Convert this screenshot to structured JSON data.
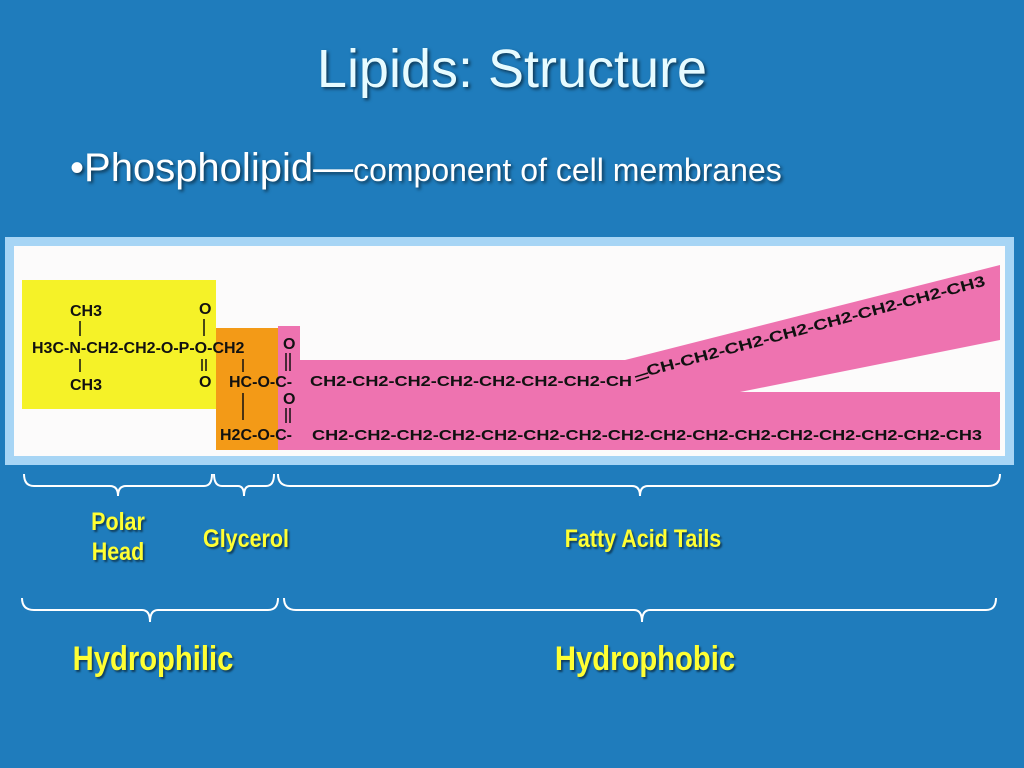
{
  "slide": {
    "title": "Lipids: Structure",
    "bullet_symbol": "•",
    "bullet_main": "Phospholipid—",
    "bullet_sub": "component of cell membranes"
  },
  "molecule": {
    "head": {
      "ch3_top": "CH3",
      "h3c_n": "H3C-N-CH2-CH2-O-P-O-CH2",
      "ch3_bottom": "CH3",
      "o_top": "O",
      "o_bottom": "O"
    },
    "glycerol": {
      "hc_o_c": "HC-O-C-",
      "h2c_o_c": "H2C-O-C-"
    },
    "tails": {
      "upper_straight": "CH2-CH2-CH2-CH2-CH2-CH2-CH2-CH",
      "upper_kink": "CH-CH2-CH2-CH2-CH2-CH2-CH2-CH3",
      "lower": "CH2-CH2-CH2-CH2-CH2-CH2-CH2-CH2-CH2-CH2-CH2-CH2-CH2-CH2-CH2-CH3"
    },
    "colors": {
      "head": "#f5f228",
      "glycerol": "#f39a17",
      "tails": "#ee73b0"
    }
  },
  "labels": {
    "polar_head_line1": "Polar",
    "polar_head_line2": "Head",
    "glycerol": "Glycerol",
    "fatty_acid_tails": "Fatty Acid Tails",
    "hydrophilic": "Hydrophilic",
    "hydrophobic": "Hydrophobic"
  },
  "label_color": "#ffff33"
}
